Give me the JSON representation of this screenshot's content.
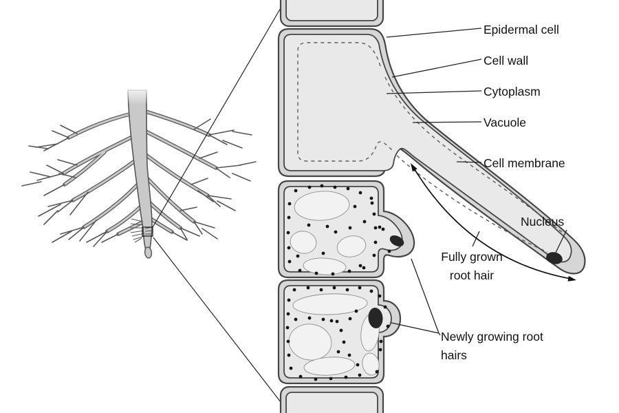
{
  "callouts": {
    "epidermal_cell": "Epidermal cell",
    "cell_wall": "Cell wall",
    "cytoplasm": "Cytoplasm",
    "vacuole": "Vacuole",
    "cell_membrane": "Cell membrane",
    "nucleus": "Nucleus",
    "fully_grown_root_hair": "Fully grown root hair",
    "newly_growing_root_hairs": "Newly growing root hairs"
  },
  "colors": {
    "background": "#ffffff",
    "outline": "#454545",
    "cell_wall_fill": "#d6d6d6",
    "cytoplasm_fill": "#e9e9e9",
    "vacuole_fill": "#f2f2f2",
    "nucleus_fill": "#262626",
    "dot_color": "#161616",
    "root_fill": "#c9c9c9",
    "root_outline": "#555555",
    "label_color": "#111111",
    "line_color": "#222222"
  }
}
